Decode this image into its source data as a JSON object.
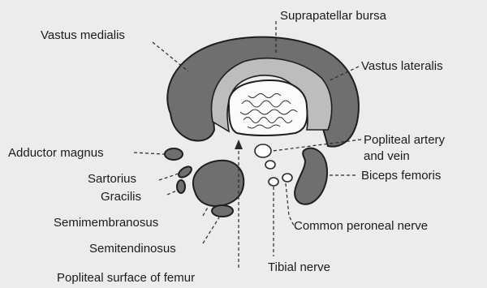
{
  "labels": {
    "vastus_medialis": "Vastus medialis",
    "suprapatellar_bursa": "Suprapatellar bursa",
    "vastus_lateralis": "Vastus lateralis",
    "popliteal_artery_line1": "Popliteal artery",
    "popliteal_artery_line2": "and vein",
    "adductor_magnus": "Adductor magnus",
    "sartorius": "Sartorius",
    "gracilis": "Gracilis",
    "biceps_femoris": "Biceps femoris",
    "semimembranosus": "Semimembranosus",
    "common_peroneal_nerve": "Common peroneal nerve",
    "semitendinosus": "Semitendinosus",
    "tibial_nerve": "Tibial nerve",
    "popliteal_surface": "Popliteal surface of femur"
  },
  "colors": {
    "muscle": "#6f6f6f",
    "bursa": "#bdbdbd",
    "bone": "#fbfbfb",
    "background": "#ececec"
  }
}
